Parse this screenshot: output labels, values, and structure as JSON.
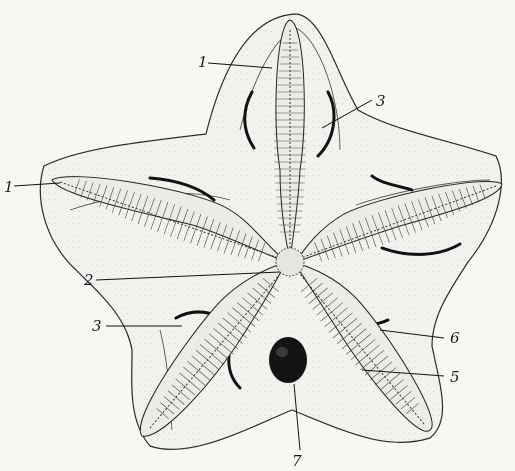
{
  "figure": {
    "labels": [
      {
        "id": "ambulacrum-upper",
        "text": "1"
      },
      {
        "id": "ambulacrum-left",
        "text": "1"
      },
      {
        "id": "center",
        "text": "2"
      },
      {
        "id": "fold-upper",
        "text": "3"
      },
      {
        "id": "fold-left",
        "text": "3"
      },
      {
        "id": "petal-right",
        "text": "5"
      },
      {
        "id": "ridge-right",
        "text": "6"
      },
      {
        "id": "opening",
        "text": "7"
      }
    ],
    "colors": {
      "ink": "#1a1a1a",
      "paper": "#f7f7f4",
      "shade": "#d9d9d4",
      "petal": "#ecece7"
    }
  }
}
